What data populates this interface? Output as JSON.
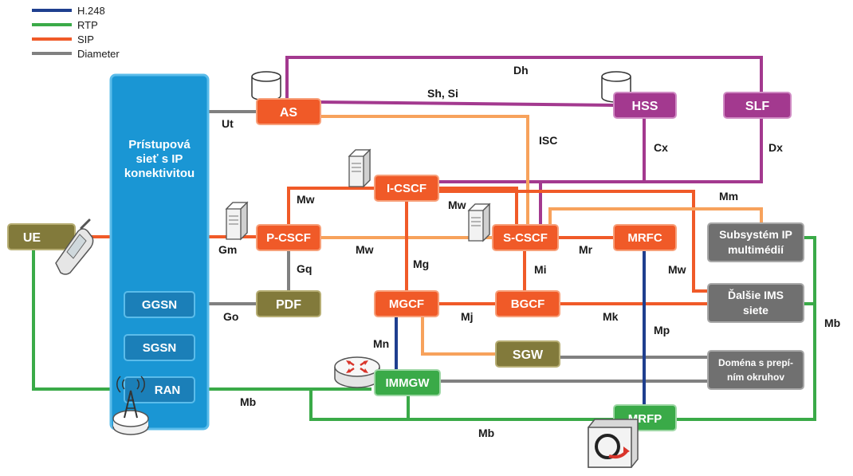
{
  "colors": {
    "h248": "#1f3f8f",
    "rtp": "#3aaa48",
    "sip": "#f05a28",
    "diameter": "#808080",
    "sip_light": "#f7a25c",
    "dh": "#a3398f",
    "access_net": "#1a96d4",
    "access_net_border": "#5bbcea",
    "orange_node": "#f05a28",
    "purple_node": "#a3398f",
    "olive_node": "#827a3b",
    "gray_node": "#707070",
    "green_node": "#3aaa48",
    "blue_node": "#1b7fb8"
  },
  "legend": [
    {
      "label": "H.248",
      "color": "#1f3f8f"
    },
    {
      "label": "RTP",
      "color": "#3aaa48"
    },
    {
      "label": "SIP",
      "color": "#f05a28"
    },
    {
      "label": "Diameter",
      "color": "#808080"
    }
  ],
  "access_network": {
    "title_line1": "Prístupová",
    "title_line2": "sieť s IP",
    "title_line3": "konektivitou",
    "ggsn": "GGSN",
    "sgsn": "SGSN",
    "ran": "RAN"
  },
  "nodes": {
    "ue": "UE",
    "as": "AS",
    "hss": "HSS",
    "slf": "SLF",
    "icscf": "I-CSCF",
    "pcscf": "P-CSCF",
    "scscf": "S-CSCF",
    "mrfc": "MRFC",
    "pdf": "PDF",
    "mgcf": "MGCF",
    "bgcf": "BGCF",
    "sgw": "SGW",
    "immgw": "IMMGW",
    "mrfp": "MRFP",
    "ims_line1": "Subsystém IP",
    "ims_line2": "multimédií",
    "other_ims_line1": "Ďalšie IMS",
    "other_ims_line2": "siete",
    "cs_line1": "Doména s prepí-",
    "cs_line2": "ním okruhov"
  },
  "interfaces": {
    "dh": "Dh",
    "sh_si": "Sh, Si",
    "ut": "Ut",
    "isc": "ISC",
    "cx": "Cx",
    "dx": "Dx",
    "mw_icscf_pcscf": "Mw",
    "mw_icscf_scscf": "Mw",
    "mw_pcscf_scscf": "Mw",
    "mw_other": "Mw",
    "mm": "Mm",
    "gm": "Gm",
    "gq": "Gq",
    "go": "Go",
    "mg": "Mg",
    "mi": "Mi",
    "mr": "Mr",
    "mj": "Mj",
    "mk": "Mk",
    "mn": "Mn",
    "mp": "Mp",
    "mb_ran": "Mb",
    "mb_bottom": "Mb",
    "mb_right": "Mb"
  }
}
